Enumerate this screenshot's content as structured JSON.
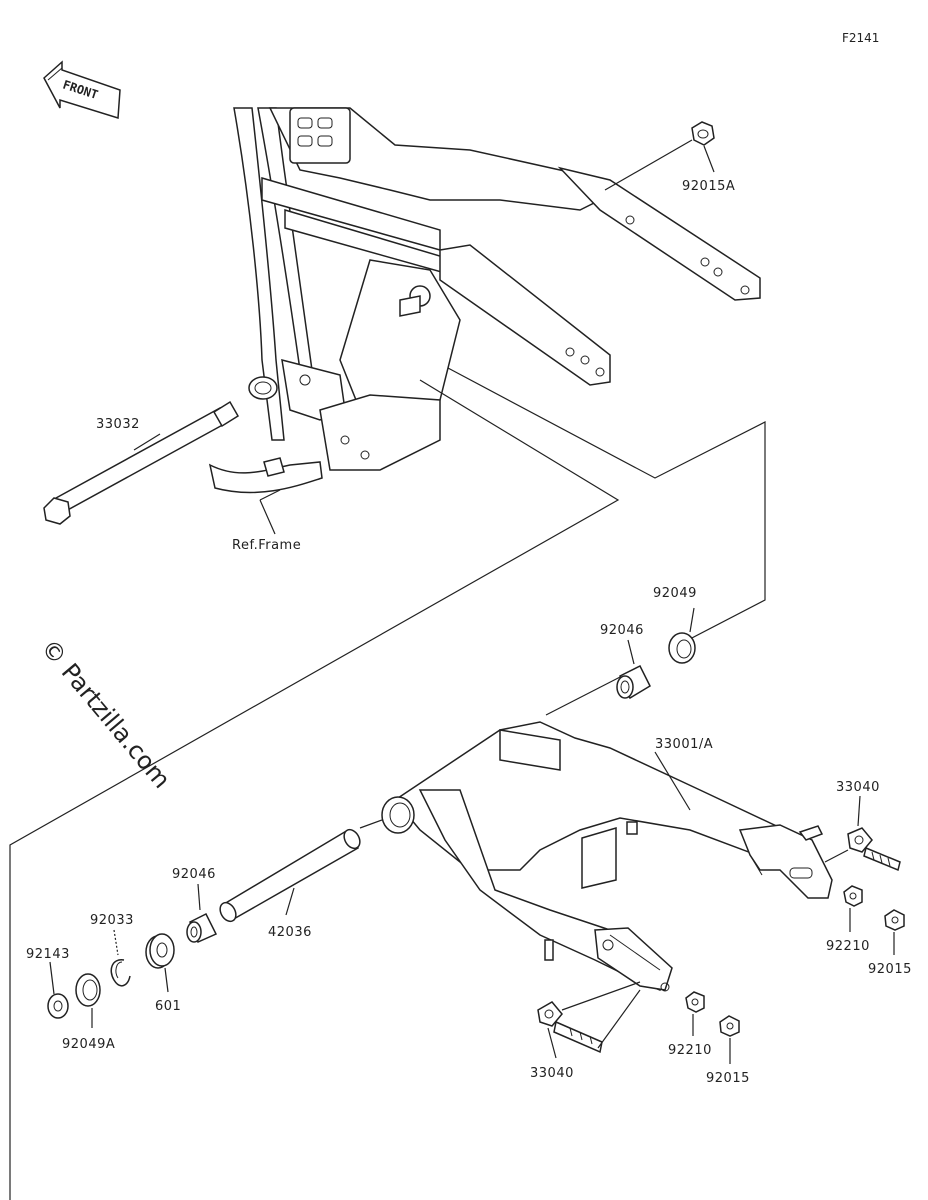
{
  "diagram_code": "F2141",
  "front_badge": "FRONT",
  "watermark": "© Partzilla.com",
  "reference_label": "Ref.Frame",
  "parts": [
    {
      "id": "p-92015A",
      "label": "92015A"
    },
    {
      "id": "p-33032",
      "label": "33032"
    },
    {
      "id": "p-92049",
      "label": "92049"
    },
    {
      "id": "p-92046-top",
      "label": "92046"
    },
    {
      "id": "p-33001A",
      "label": "33001/A"
    },
    {
      "id": "p-33040-right",
      "label": "33040"
    },
    {
      "id": "p-92046-left",
      "label": "92046"
    },
    {
      "id": "p-92033",
      "label": "92033"
    },
    {
      "id": "p-42036",
      "label": "42036"
    },
    {
      "id": "p-92143",
      "label": "92143"
    },
    {
      "id": "p-601",
      "label": "601"
    },
    {
      "id": "p-92049A",
      "label": "92049A"
    },
    {
      "id": "p-92210-right",
      "label": "92210"
    },
    {
      "id": "p-92015-right",
      "label": "92015"
    },
    {
      "id": "p-33040-bottom",
      "label": "33040"
    },
    {
      "id": "p-92210-bottom",
      "label": "92210"
    },
    {
      "id": "p-92015-bottom",
      "label": "92015"
    }
  ]
}
